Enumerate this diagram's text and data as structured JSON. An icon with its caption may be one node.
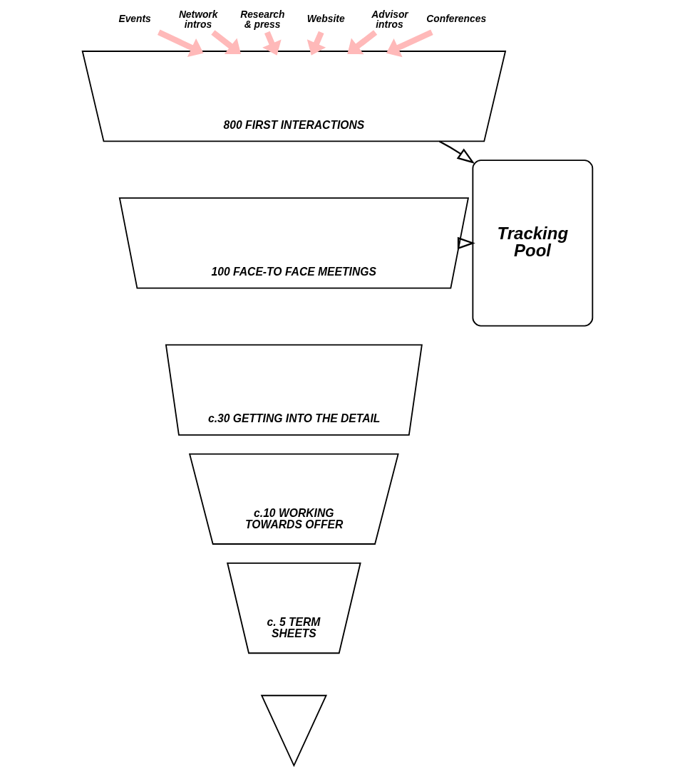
{
  "diagram": {
    "nodes": [
      {
        "text": [
          "Events"
        ]
      },
      {
        "text": [
          "Network intros"
        ]
      },
      {
        "text": [
          "Research & press"
        ]
      },
      {
        "text": [
          "Website"
        ]
      },
      {
        "text": [
          "Advisor intros"
        ]
      },
      {
        "text": [
          "Conferences"
        ]
      },
      {
        "text": [
          "800 FIRST INTERACTIONS"
        ]
      },
      {
        "text": [
          "100 FACE-TO FACE MEETINGS"
        ]
      },
      {
        "text": [
          "c.30 GETTING INTO THE DETAIL"
        ]
      },
      {
        "text": [
          "c.10 WORKING TOWARDS OFFER"
        ]
      },
      {
        "text": [
          "c. 5 TERM SHEETS"
        ]
      },
      {
        "text": [],
        "shape": "triangle"
      },
      {
        "text": [
          "Tracking Pool"
        ]
      }
    ],
    "edges": [
      {
        "from": 0,
        "to": 6,
        "arrow": "to"
      },
      {
        "from": 1,
        "to": 6,
        "arrow": "to"
      },
      {
        "from": 2,
        "to": 6,
        "arrow": "to"
      },
      {
        "from": 3,
        "to": 6,
        "arrow": "to"
      },
      {
        "from": 4,
        "to": 6,
        "arrow": "to"
      },
      {
        "from": 5,
        "to": 6,
        "arrow": "to"
      },
      {
        "from": 6,
        "to": 12,
        "arrow": "to",
        "color": "#000000"
      },
      {
        "from": 7,
        "to": 12,
        "arrow": "to",
        "color": "#000000"
      }
    ]
  }
}
